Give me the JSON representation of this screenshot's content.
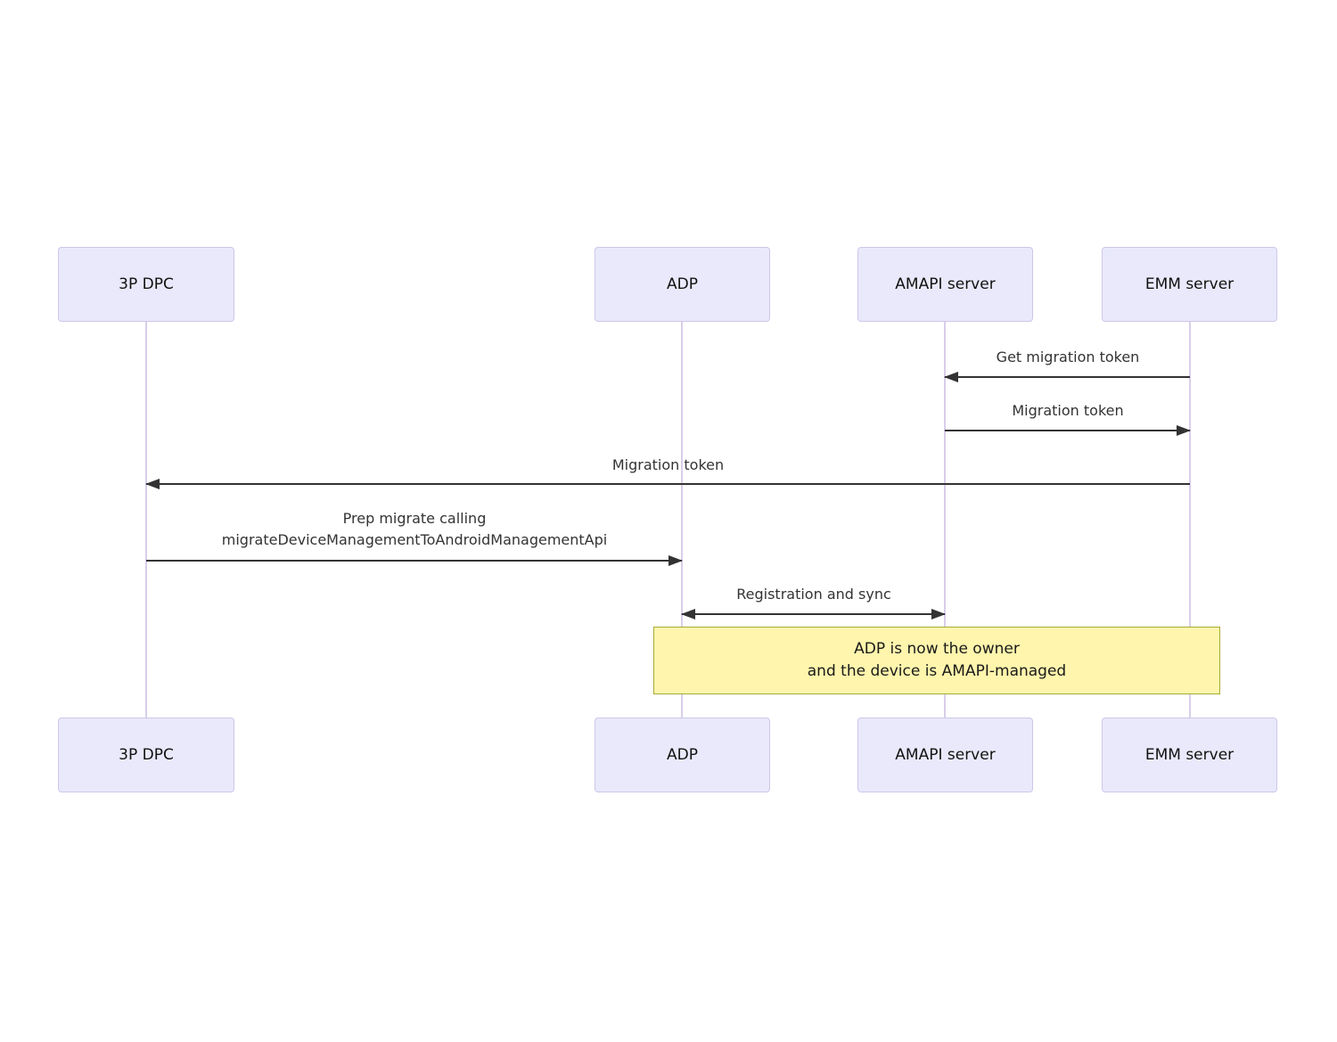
{
  "diagram_type": "sequence-diagram",
  "colors": {
    "background": "#FFFFFF",
    "actor_fill": "#E9E9FB",
    "actor_border": "#CFC6EA",
    "lifeline": "#D8CFEA",
    "arrow": "#333333",
    "message_text": "#333333",
    "actor_text": "#111111",
    "note_fill": "#FFF5AD",
    "note_border": "#AAAA33"
  },
  "actors": [
    {
      "name": "3P DPC"
    },
    {
      "name": "ADP"
    },
    {
      "name": "AMAPI server"
    },
    {
      "name": "EMM server"
    }
  ],
  "messages": [
    {
      "label": "Get migration token",
      "from": "EMM server",
      "to": "AMAPI server",
      "arrow": "left"
    },
    {
      "label": "Migration token",
      "from": "AMAPI server",
      "to": "EMM server",
      "arrow": "right"
    },
    {
      "label": "Migration token",
      "from": "EMM server",
      "to": "3P DPC",
      "arrow": "left"
    },
    {
      "lines": [
        "Prep migrate calling",
        "migrateDeviceManagementToAndroidManagementApi"
      ],
      "from": "3P DPC",
      "to": "ADP",
      "arrow": "right"
    },
    {
      "label": "Registration and sync",
      "from": "ADP",
      "to": "AMAPI server",
      "arrow": "both"
    }
  ],
  "note": {
    "lines": [
      "ADP is now the owner",
      "and the device is AMAPI-managed"
    ],
    "spans_from": "ADP",
    "spans_to": "EMM server"
  }
}
